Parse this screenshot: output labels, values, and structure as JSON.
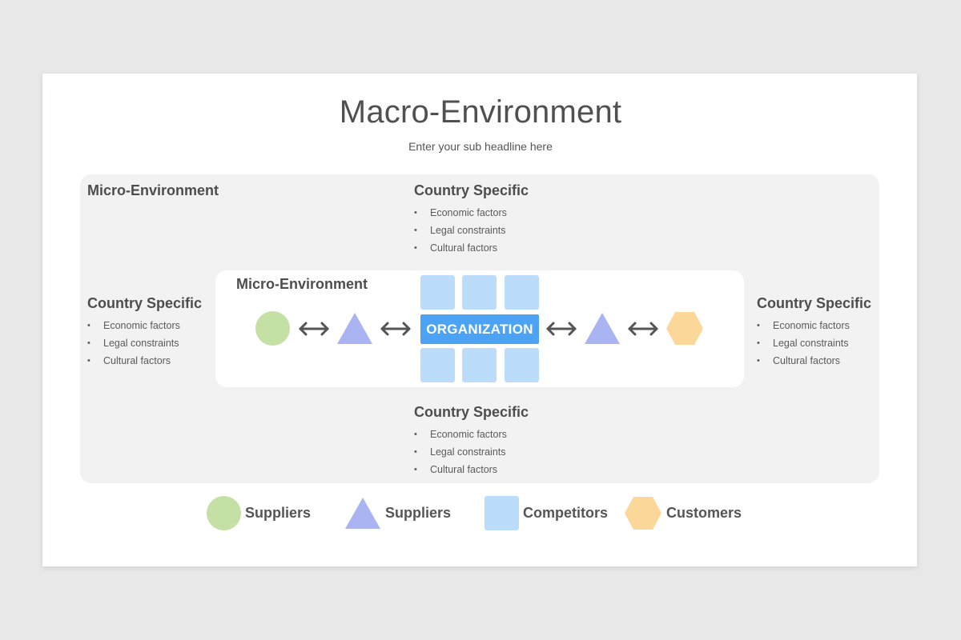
{
  "slide": {
    "title": "Macro-Environment",
    "subtitle": "Enter your sub headline here"
  },
  "macro_label": "Micro-Environment",
  "micro_label": "Micro-Environment",
  "blocks": {
    "top": {
      "title": "Country Specific",
      "items": [
        "Economic factors",
        "Legal constraints",
        "Cultural factors"
      ]
    },
    "left": {
      "title": "Country Specific",
      "items": [
        "Economic factors",
        "Legal constraints",
        "Cultural factors"
      ]
    },
    "right": {
      "title": "Country Specific",
      "items": [
        "Economic factors",
        "Legal constraints",
        "Cultural factors"
      ]
    },
    "bottom": {
      "title": "Country Specific",
      "items": [
        "Economic factors",
        "Legal constraints",
        "Cultural factors"
      ]
    }
  },
  "organization_label": "ORGANIZATION",
  "legend": [
    {
      "shape": "circle-icon",
      "color": "#c5e0a5",
      "label": "Suppliers"
    },
    {
      "shape": "triangle-icon",
      "color": "#aab4f2",
      "label": "Suppliers"
    },
    {
      "shape": "square-icon",
      "color": "#bcdcfb",
      "label": "Competitors"
    },
    {
      "shape": "hexagon-icon",
      "color": "#fcd79a",
      "label": "Customers"
    }
  ],
  "colors": {
    "background": "#e9e8e9",
    "panel": "#f2f2f2",
    "organization": "#4da3f3",
    "supplier_circle": "#c5e0a5",
    "supplier_triangle": "#aab4f2",
    "competitor_square": "#bcdcfb",
    "customer_hexagon": "#fcd79a",
    "arrow": "#555555"
  }
}
